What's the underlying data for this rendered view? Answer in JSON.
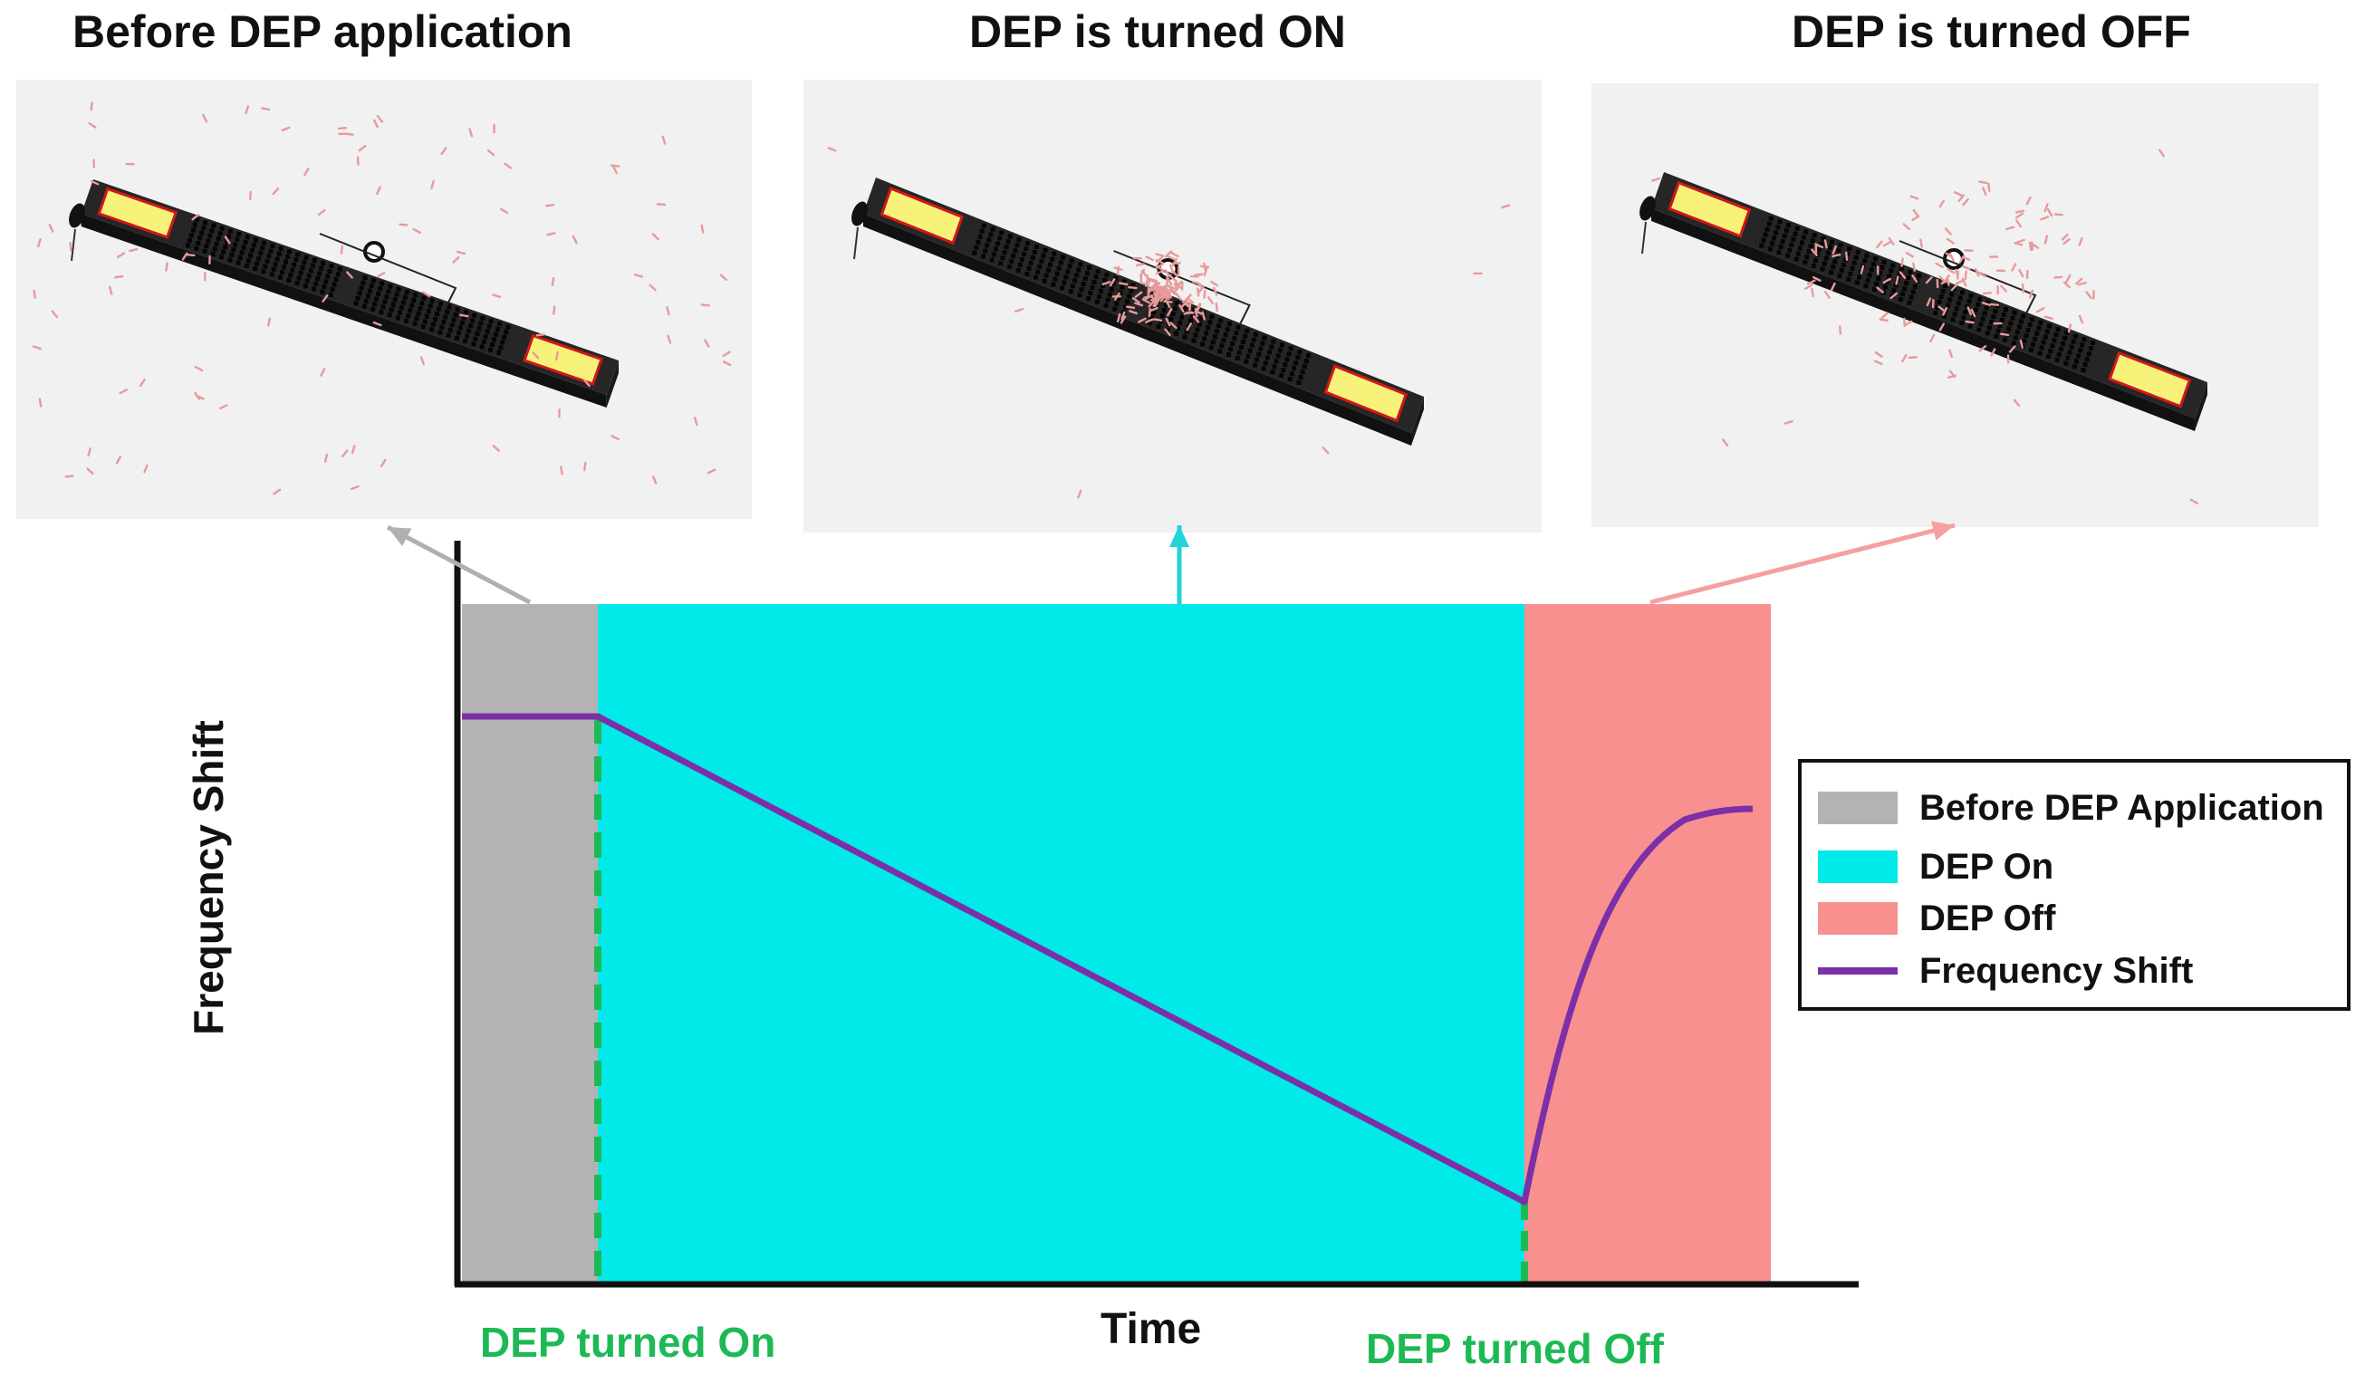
{
  "panels": [
    {
      "title": "Before DEP application",
      "state": "before"
    },
    {
      "title": "DEP is turned ON",
      "state": "on"
    },
    {
      "title": "DEP is turned OFF",
      "state": "off"
    }
  ],
  "axes": {
    "x_label": "Time",
    "y_label": "Frequency Shift"
  },
  "events": {
    "on_label": "DEP turned On",
    "off_label": "DEP turned Off"
  },
  "legend": [
    {
      "label": "Before DEP Application",
      "kind": "box",
      "color": "#b3b3b3"
    },
    {
      "label": "DEP On",
      "kind": "box",
      "color": "#00eaea"
    },
    {
      "label": "DEP Off",
      "kind": "box",
      "color": "#f89090"
    },
    {
      "label": "Frequency Shift",
      "kind": "line",
      "color": "#7b30a8"
    }
  ],
  "colors": {
    "before_region": "#b3b3b3",
    "on_region": "#00eaea",
    "off_region": "#f89090",
    "curve": "#7b30a8",
    "event_marker": "#1db954",
    "arrow_before": "#b0b0b0",
    "arrow_on": "#22d3d8",
    "arrow_off": "#f4a0a0",
    "electrode": "#f7f27a",
    "electrode_border": "#d01818",
    "beam": "#262626",
    "particle": "#e89a9a"
  },
  "icons": {
    "arrow": "arrow-up-icon"
  }
}
